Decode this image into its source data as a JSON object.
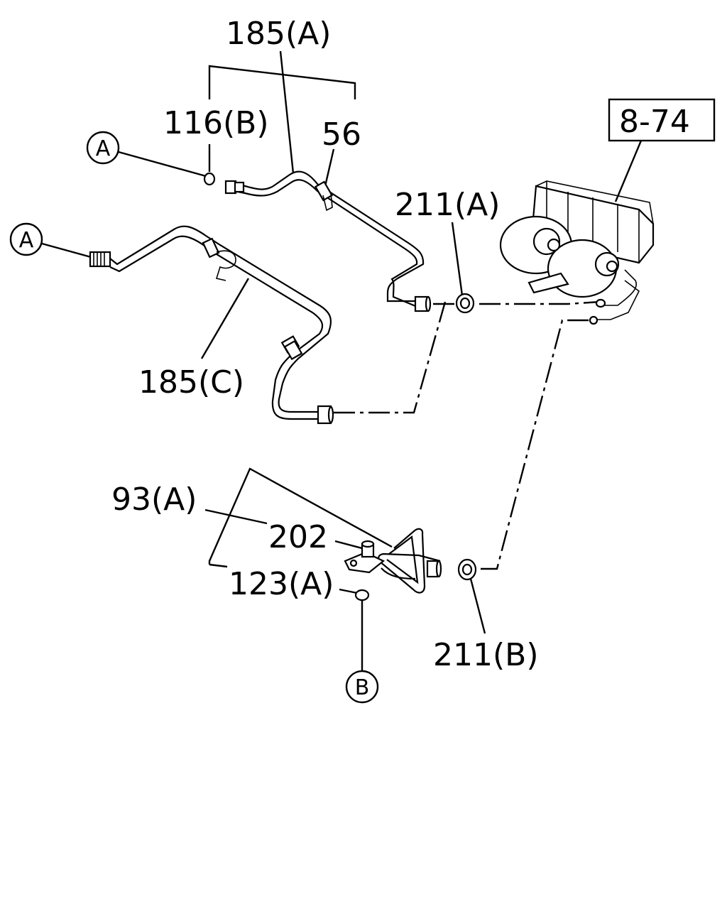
{
  "labels": {
    "l185a": "185(A)",
    "l116b": "116(B)",
    "l56": "56",
    "l211a": "211(A)",
    "l874": "8-74",
    "l185c": "185(C)",
    "l93a": "93(A)",
    "l202": "202",
    "l123a": "123(A)",
    "l211b": "211(B)"
  },
  "markers": {
    "a_top": "A",
    "a_left": "A",
    "b_bottom": "B"
  }
}
